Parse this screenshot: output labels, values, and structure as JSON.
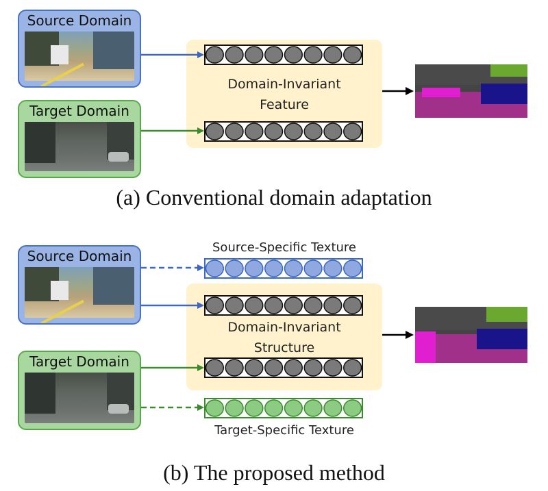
{
  "part_a": {
    "source_label": "Source Domain",
    "target_label": "Target Domain",
    "feature_line1": "Domain-Invariant",
    "feature_line2": "Feature",
    "caption": "(a) Conventional domain adaptation"
  },
  "part_b": {
    "source_label": "Source Domain",
    "target_label": "Target Domain",
    "source_texture_label": "Source-Specific Texture",
    "target_texture_label": "Target-Specific Texture",
    "structure_line1": "Domain-Invariant",
    "structure_line2": "Structure",
    "caption": "(b) The proposed method"
  },
  "colors": {
    "source_fill": "#9bb4e6",
    "source_border": "#4a72c4",
    "target_fill": "#a8d8a0",
    "target_border": "#5aa84c",
    "panel_fill": "#fff2cc",
    "feature_cell": "#7a7a7a",
    "source_texture_cell": "#8fa8e0",
    "target_texture_cell": "#8ccc82",
    "arrow_blue": "#3a66c8",
    "arrow_green": "#3a8a2e"
  }
}
